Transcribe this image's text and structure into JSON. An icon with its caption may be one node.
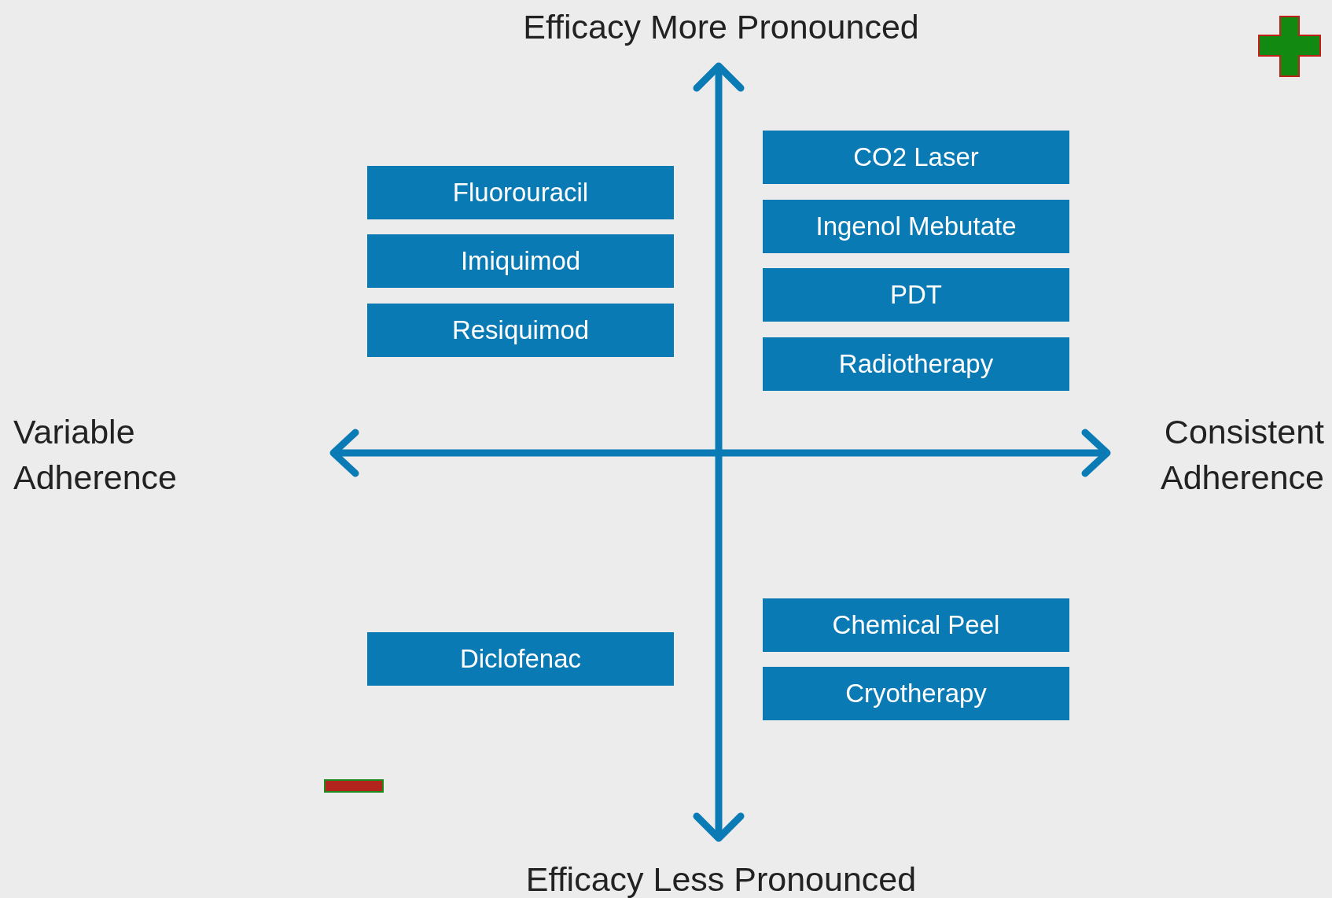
{
  "diagram": {
    "nodes": [
      {
        "text": [
          "Fluorouracil"
        ]
      },
      {
        "text": [
          "Imiquimod"
        ]
      },
      {
        "text": [
          "Resiquimod"
        ]
      },
      {
        "text": [
          "CO2 Laser"
        ]
      },
      {
        "text": [
          "Ingenol Mebutate"
        ]
      },
      {
        "text": [
          "PDT"
        ]
      },
      {
        "text": [
          "Radiotherapy"
        ]
      },
      {
        "text": [
          "Diclofenac"
        ]
      },
      {
        "text": [
          "Chemical Peel"
        ]
      },
      {
        "text": [
          "Cryotherapy"
        ]
      }
    ],
    "labels": [
      "Efficacy More Pronounced",
      "Variable Adherence",
      "Consistent Adherence",
      "Efficacy Less Pronounced"
    ]
  }
}
